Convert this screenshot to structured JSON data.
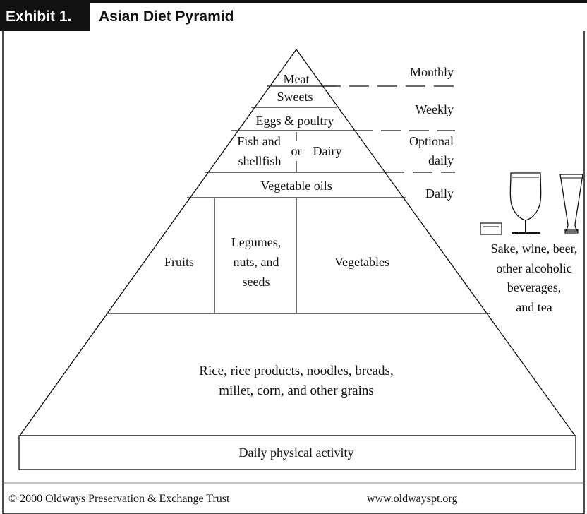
{
  "header": {
    "exhibit_label": "Exhibit 1.",
    "title": "Asian Diet Pyramid"
  },
  "pyramid": {
    "meat": "Meat",
    "sweets": "Sweets",
    "eggs_poultry": "Eggs & poultry",
    "fish_line1": "Fish and",
    "fish_line2": "shellfish",
    "or": "or",
    "dairy": "Dairy",
    "vegetable_oils": "Vegetable oils",
    "fruits": "Fruits",
    "legumes_line1": "Legumes,",
    "legumes_line2": "nuts, and",
    "legumes_line3": "seeds",
    "vegetables": "Vegetables",
    "grains_line1": "Rice, rice products, noodles, breads,",
    "grains_line2": "millet, corn, and other grains",
    "activity": "Daily physical activity"
  },
  "frequency": {
    "monthly": "Monthly",
    "weekly": "Weekly",
    "optional_line1": "Optional",
    "optional_line2": "daily",
    "daily": "Daily"
  },
  "beverages": {
    "line1": "Sake, wine, beer,",
    "line2": "other alcoholic",
    "line3": "beverages,",
    "line4": "and tea"
  },
  "footer": {
    "copyright": "© 2000 Oldways Preservation & Exchange Trust",
    "url": "www.oldwayspt.org"
  }
}
